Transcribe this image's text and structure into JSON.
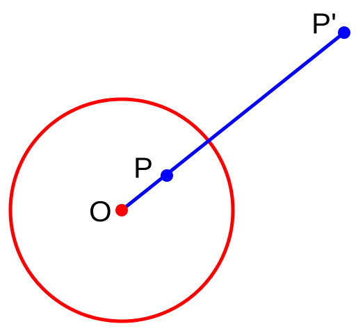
{
  "labels": {
    "origin": "O",
    "point": "P",
    "inverse_point": "P'"
  },
  "colors": {
    "circle": "#ff0000",
    "origin_dot": "#ff0000",
    "segment": "#0000ff",
    "point_dots": "#0000ff",
    "label_text": "#000000"
  }
}
